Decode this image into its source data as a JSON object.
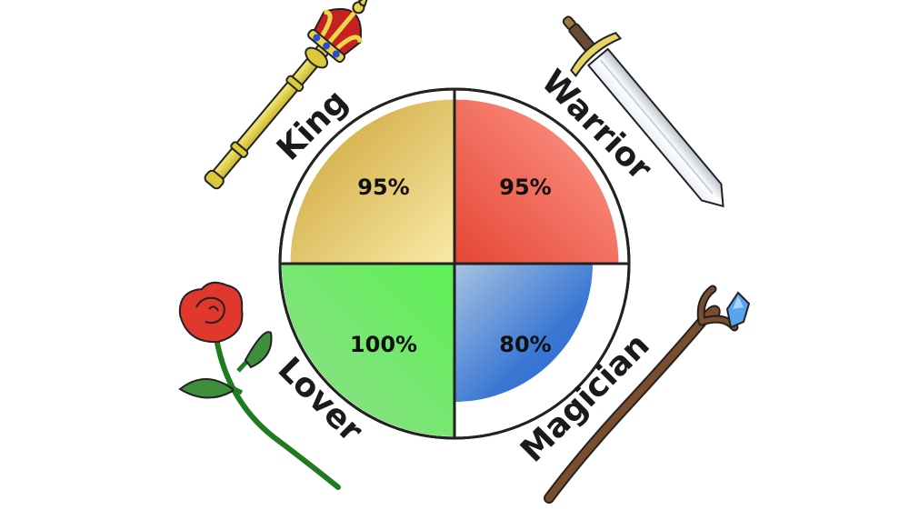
{
  "archetypes": [
    {
      "key": "king",
      "label": "King",
      "percent_label": "95%",
      "fill": 0.95,
      "color_a": "#d4ad3a",
      "color_b": "#f8e6a0",
      "icon": "scepter-icon"
    },
    {
      "key": "warrior",
      "label": "Warrior",
      "percent_label": "95%",
      "fill": 0.95,
      "color_a": "#e84a3a",
      "color_b": "#ff9a8a",
      "icon": "sword-icon"
    },
    {
      "key": "lover",
      "label": "Lover",
      "percent_label": "100%",
      "fill": 1.0,
      "color_a": "#5de04f",
      "color_b": "#8be08a",
      "icon": "rose-icon"
    },
    {
      "key": "magician",
      "label": "Magician",
      "percent_label": "80%",
      "fill": 0.8,
      "color_a": "#2f6fd0",
      "color_b": "#a8c0e0",
      "icon": "staff-icon"
    }
  ]
}
